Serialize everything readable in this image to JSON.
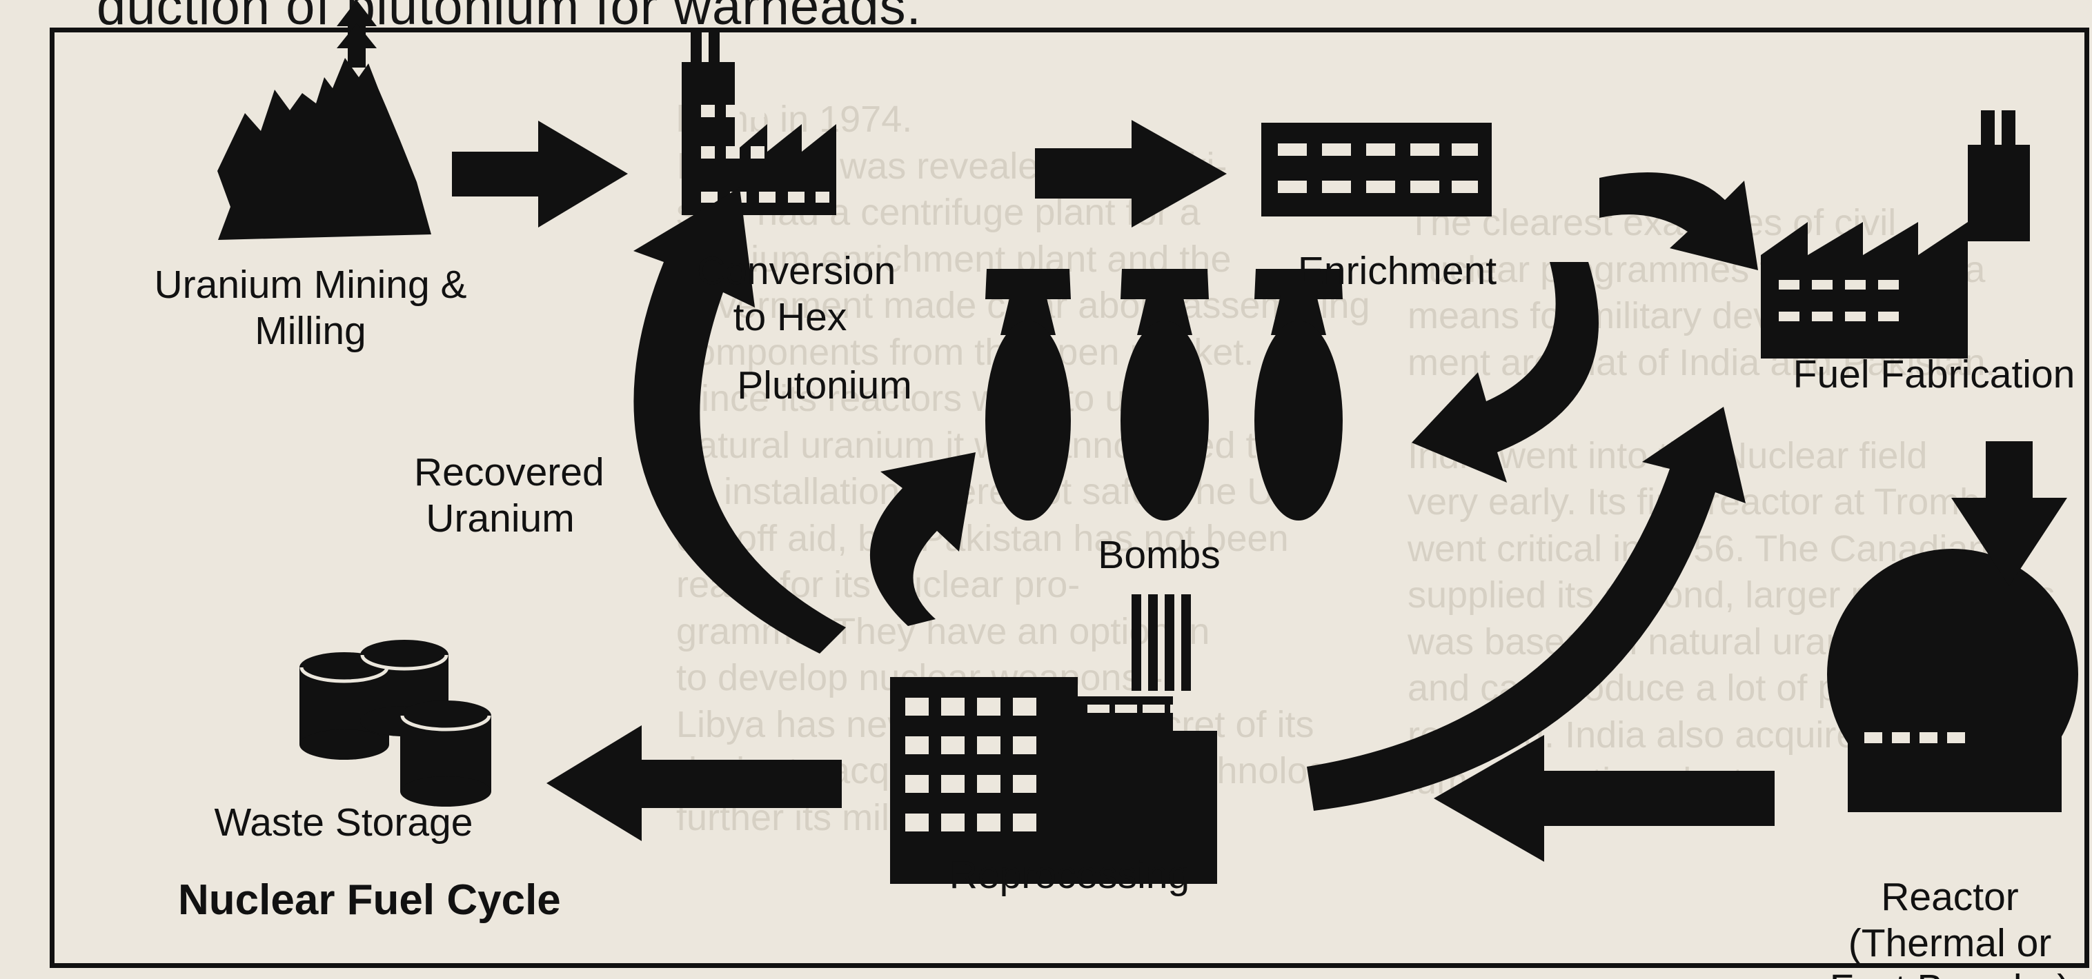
{
  "header_text": "duction of plutonium for warheads.",
  "title": "Nuclear Fuel Cycle",
  "stages": {
    "mining": "Uranium Mining & Milling",
    "conversion": "Conversion to Hex",
    "enrichment": "Enrichment",
    "fabrication": "Fuel Fabrication",
    "reactor": "Reactor (Thermal or Fast Breeder)",
    "reprocessing": "Reprocessing",
    "waste": "Waste Storage"
  },
  "flows": {
    "plutonium": "Plutonium",
    "recovered_uranium": "Recovered Uranium",
    "bombs": "Bombs"
  },
  "colors": {
    "ink": "#111111",
    "paper": "#ece7dd",
    "ghost_text": "#d6d0c4"
  }
}
